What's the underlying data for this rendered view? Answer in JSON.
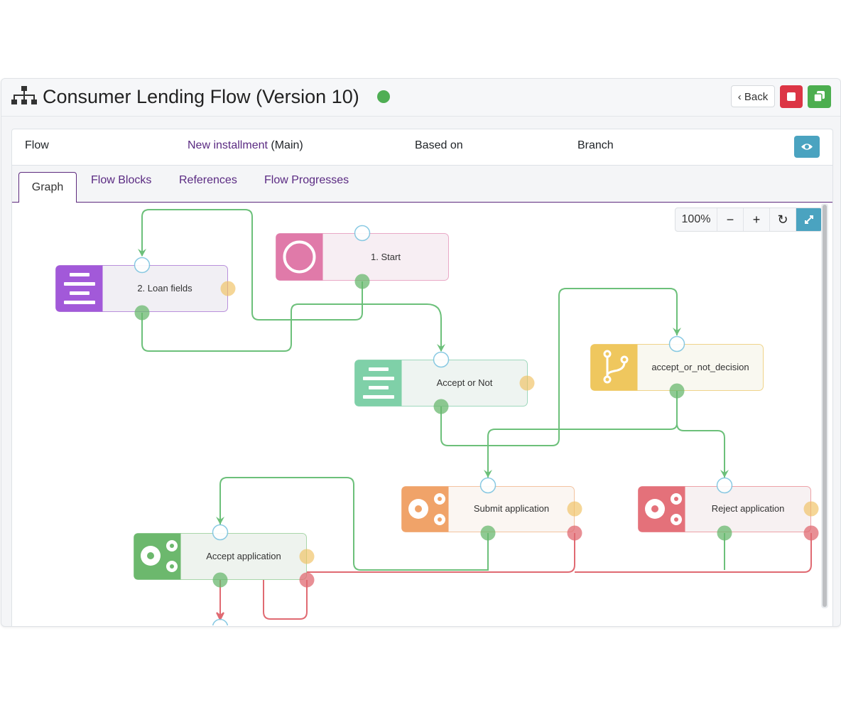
{
  "header": {
    "title": "Consumer Lending Flow (Version 10)",
    "back_label": "Back",
    "status_color": "#4fae54"
  },
  "info": {
    "flow_label": "Flow",
    "flow_link": "New installment",
    "flow_suffix": " (Main)",
    "based_on_label": "Based on",
    "branch_label": "Branch"
  },
  "tabs": [
    {
      "label": "Graph"
    },
    {
      "label": "Flow Blocks"
    },
    {
      "label": "References"
    },
    {
      "label": "Flow Progresses"
    }
  ],
  "zoom": {
    "level": "100%"
  },
  "nodes": [
    {
      "label": "1. Start",
      "color": "#e07aa9",
      "icon": "circle-icon"
    },
    {
      "label": "2. Loan fields",
      "color": "#a259d9",
      "icon": "align-center-icon"
    },
    {
      "label": "Accept or Not",
      "color": "#7fd0a8",
      "icon": "align-center-icon"
    },
    {
      "label": "accept_or_not_decision",
      "color": "#efc75e",
      "icon": "branch-icon"
    },
    {
      "label": "Submit application",
      "color": "#f0a369",
      "icon": "gears-icon"
    },
    {
      "label": "Reject application",
      "color": "#e4717a",
      "icon": "gears-icon"
    },
    {
      "label": "Accept application",
      "color": "#6cb86d",
      "icon": "gears-icon"
    }
  ],
  "colors": {
    "accent": "#5d2a7e",
    "edge_ok": "#6cc07a",
    "edge_err": "#e06a72",
    "port_in": "#7cc4e0",
    "port_out": "#6ab86f",
    "port_side": "#f0c060"
  }
}
